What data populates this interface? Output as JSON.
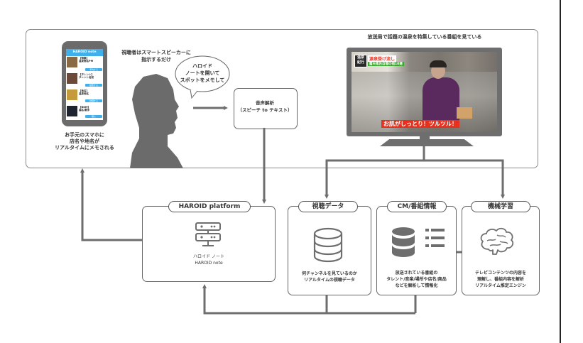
{
  "top": {
    "tv_caption": "放送局で話題の温泉を特集している番組を見ている",
    "viewer_caption_line1": "視聴者はスマートスピーカーに",
    "viewer_caption_line2": "指示するだけ",
    "speech_line1": "ハロイド",
    "speech_line2": "ノートを開いて",
    "speech_line3": "スポットをメモして",
    "asr_line1": "音声解析",
    "asr_line2": "（スピーチ to テキスト）",
    "phone_caption_line1": "お手元のスマホに",
    "phone_caption_line2": "店名や地名が",
    "phone_caption_line3": "リアルタイムにメモされる"
  },
  "phone": {
    "app_title": "HAROID note",
    "items": [
      {
        "line1": "【特集】",
        "line2": "温泉宿名PM",
        "button": "予約する",
        "thumb_color": "#8a6a44"
      },
      {
        "line1": "【タレント】",
        "line2": "タレント名前",
        "button": "検索する",
        "thumb_color": "#6b4a3a"
      },
      {
        "line1": "【地名】",
        "line2": "温泉地名",
        "button": "詳細する",
        "thumb_color": "#c49a3a"
      },
      {
        "line1": "【BGM】",
        "line2": "曲名/歌手",
        "button": "購入",
        "thumb_color": "#1e2430"
      }
    ]
  },
  "tv": {
    "logo_line1": "温泉",
    "logo_line2": "紀行",
    "title_red": "源泉掛け流し",
    "title_green": "露天風呂自慢の宿10選",
    "subtitle": "お肌がしっとり！ツルツル！",
    "accent_red": "#e8301c",
    "accent_green": "#3aa82c"
  },
  "bottom": {
    "platform": {
      "title": "HAROID platform",
      "line1": "ハロイド ノート",
      "line2": "HAROID note",
      "icon": "server-icon"
    },
    "viewing_data": {
      "title": "視聴データ",
      "line1": "何チャンネルを見ているのか",
      "line2": "リアルタイムの視聴データ",
      "icon": "database-icon"
    },
    "cm_info": {
      "title": "CM/番組情報",
      "line1": "放送されている番組の",
      "line2": "タレント/音楽/場所や店名/商品",
      "line3": "などを解析して情報化",
      "icon": "database-list-icon"
    },
    "ml": {
      "title": "機械学習",
      "line1": "テレビコンテンツの内容を",
      "line2": "理解し、番組内容を解析",
      "line3": "リアルタイム推定エンジン",
      "icon": "brain-icon"
    }
  },
  "colors": {
    "arrow": "#6e6e6e",
    "silhouette": "#6b6b6b",
    "phone_accent": "#3fb0ec",
    "border": "#666666"
  }
}
